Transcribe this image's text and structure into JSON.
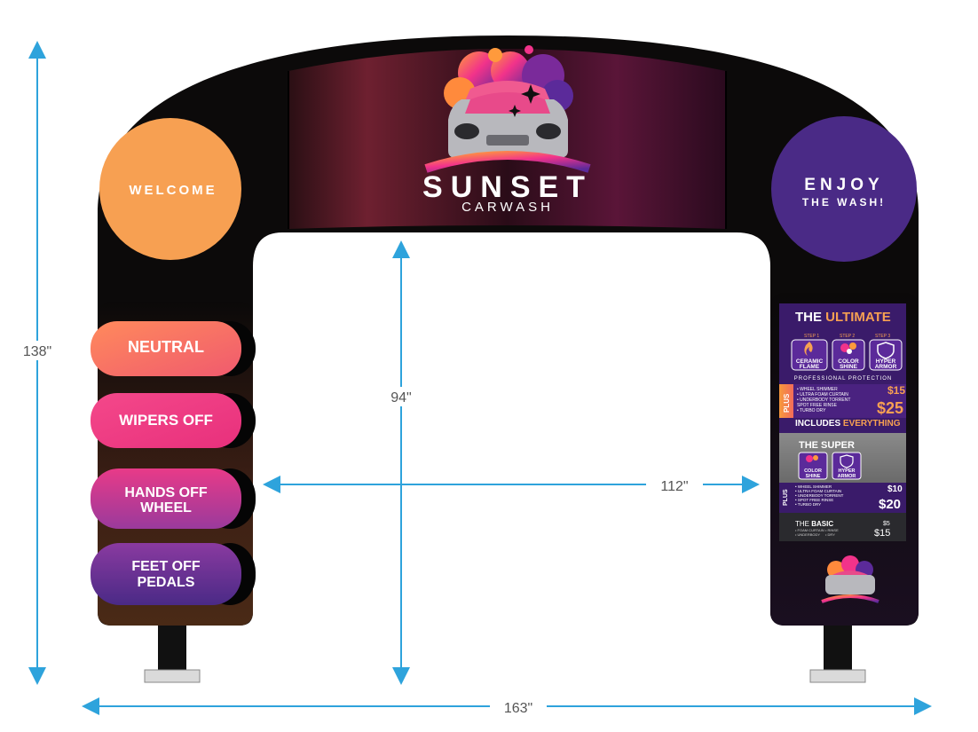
{
  "brand": {
    "name": "SUNSET",
    "sub": "CARWASH"
  },
  "circles": {
    "left": {
      "text": "WELCOME",
      "color": "#f7a052"
    },
    "right": {
      "line1": "ENJOY",
      "line2": "THE WASH!",
      "color": "#4a2a86"
    }
  },
  "instructions": [
    {
      "line1": "NEUTRAL",
      "line2": ""
    },
    {
      "line1": "WIPERS OFF",
      "line2": ""
    },
    {
      "line1": "HANDS OFF",
      "line2": "WHEEL"
    },
    {
      "line1": "FEET OFF",
      "line2": "PEDALS"
    }
  ],
  "dimensions": {
    "height": "138\"",
    "clearance_height": "94\"",
    "clearance_width": "112\"",
    "width": "163\""
  },
  "menu": {
    "ultimate": {
      "title_prefix": "THE ",
      "title_bold": "ULTIMATE",
      "steps": [
        {
          "step": "STEP 1",
          "label1": "CERAMIC",
          "label2": "FLAME",
          "icon": "flame-icon"
        },
        {
          "step": "STEP 2",
          "label1": "COLOR",
          "label2": "SHINE",
          "icon": "bubbles-icon"
        },
        {
          "step": "STEP 3",
          "label1": "HYPER",
          "label2": "ARMOR",
          "icon": "shield-icon"
        }
      ],
      "protection": "PROFESSIONAL PROTECTION",
      "plus": "PLUS",
      "features": [
        "• WHEEL SHIMMER",
        "• ULTRA FOAM CURTAIN",
        "• UNDERBODY TORRENT",
        "SPOT FREE RINSE",
        "• TURBO DRY"
      ],
      "price1": "$15",
      "price2": "$25",
      "includes_prefix": "INCLUDES ",
      "includes_bold": "EVERYTHING"
    },
    "super": {
      "title": "THE SUPER",
      "steps": [
        {
          "label1": "COLOR",
          "label2": "SHINE",
          "icon": "bubbles-icon"
        },
        {
          "label1": "HYPER",
          "label2": "ARMOR",
          "icon": "shield-icon"
        }
      ],
      "plus": "PLUS",
      "features": [
        "• WHEEL SHIMMER",
        "• ULTRA FOAM CURTAIN",
        "• UNDERBODY TORRENT",
        "• SPOT FREE RINSE",
        "• TURBO DRY"
      ],
      "price1": "$10",
      "price2": "$20"
    },
    "basic": {
      "title_prefix": "THE ",
      "title_bold": "BASIC",
      "features": [
        "• FOAM CURTAIN",
        "• UNDERBODY",
        "• RINSE",
        "• DRY"
      ],
      "price1": "$5",
      "price2": "$15"
    }
  },
  "colors": {
    "arch_dark": "#0c0a0a",
    "banner_red": "#7a2430",
    "orange": "#f7a052",
    "purple": "#4a2a86",
    "pink": "#ee3c82",
    "dimension_blue": "#2ea3dc"
  }
}
